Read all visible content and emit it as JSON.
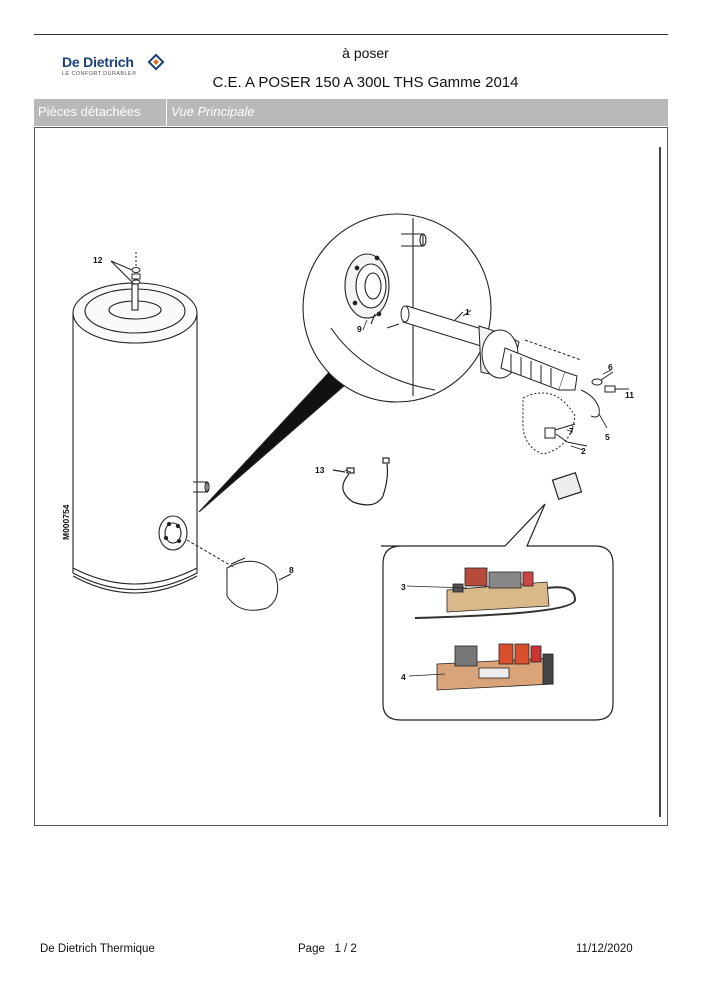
{
  "header": {
    "brand": "De Dietrich",
    "brand_tagline": "LE CONFORT DURABLE®",
    "line1": "à poser",
    "line2": "C.E. A POSER 150 A 300L THS Gamme 2014"
  },
  "tabs": [
    {
      "label": "Pièces détachées"
    },
    {
      "label": "Vue Principale"
    }
  ],
  "diagram": {
    "drawing_code": "M000754",
    "callouts": [
      "1",
      "2",
      "3",
      "4",
      "5",
      "6",
      "7",
      "8",
      "9",
      "11",
      "12",
      "13"
    ]
  },
  "footer": {
    "company": "De Dietrich Thermique",
    "page_label": "Page",
    "page_value": "1  /  2",
    "date": "11/12/2020"
  },
  "colors": {
    "brand_blue": "#1b3f7a",
    "brand_orange": "#e36a1e",
    "tab_bg": "#b9b9b9"
  }
}
